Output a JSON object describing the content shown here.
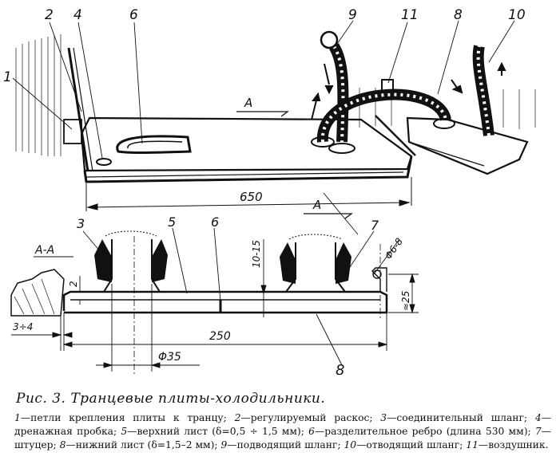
{
  "figure": {
    "top_view": {
      "callouts": [
        "1",
        "2",
        "4",
        "6",
        "9",
        "11",
        "8",
        "10"
      ],
      "section_marker": "A",
      "dimension_length": "650"
    },
    "section_view": {
      "section_label": "A-A",
      "callouts": [
        "3",
        "5",
        "6",
        "7",
        "8"
      ],
      "section_marker": "A",
      "dim_height_fitting": "10-15",
      "dim_hole": "Φ6-8",
      "dim_gap_left": "2",
      "dim_total_height": "≈25",
      "dim_offset": "3÷4",
      "dim_width": "250",
      "dim_diameter": "Φ35"
    }
  },
  "caption": {
    "title": "Рис. 3. Транцевые плиты-холодильники.",
    "legend": [
      {
        "num": "1",
        "text": "петли крепления плиты к транцу;"
      },
      {
        "num": "2",
        "text": "регулируемый раскос;"
      },
      {
        "num": "3",
        "text": "соединительный шланг;"
      },
      {
        "num": "4",
        "text": "дренажная пробка;"
      },
      {
        "num": "5",
        "text": "верхний лист (δ=0,5 ÷ 1,5 мм);"
      },
      {
        "num": "6",
        "text": "разделительное ребро (длина 530 мм);"
      },
      {
        "num": "7",
        "text": "штуцер;"
      },
      {
        "num": "8",
        "text": "нижний лист (δ=1,5–2 мм);"
      },
      {
        "num": "9",
        "text": "подводящий шланг;"
      },
      {
        "num": "10",
        "text": "отводящий шланг;"
      },
      {
        "num": "11",
        "text": "воздушник."
      }
    ]
  }
}
